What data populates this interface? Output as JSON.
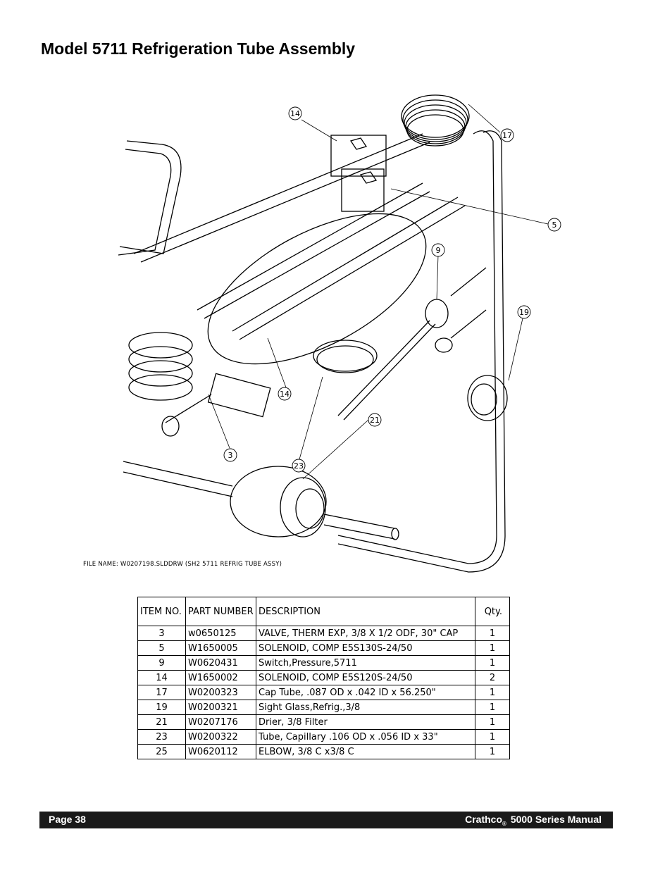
{
  "page": {
    "title": "Model 5711 Refrigeration Tube Assembly",
    "file_name": "FILE NAME:  W0207198.SLDDRW (SH2 5711 REFRIG TUBE ASSY)"
  },
  "callouts": [
    "14",
    "17",
    "5",
    "9",
    "19",
    "14",
    "21",
    "3",
    "23"
  ],
  "table": {
    "headers": {
      "item": "ITEM NO.",
      "part": "PART NUMBER",
      "desc": "DESCRIPTION",
      "qty": "Qty."
    },
    "rows": [
      {
        "item": "3",
        "part": "w0650125",
        "desc": "VALVE, THERM EXP, 3/8 X 1/2 ODF, 30\" CAP",
        "qty": "1"
      },
      {
        "item": "5",
        "part": "W1650005",
        "desc": "SOLENOID, COMP E5S130S-24/50",
        "qty": "1"
      },
      {
        "item": "9",
        "part": "W0620431",
        "desc": "Switch,Pressure,5711",
        "qty": "1"
      },
      {
        "item": "14",
        "part": "W1650002",
        "desc": "SOLENOID, COMP E5S120S-24/50",
        "qty": "2"
      },
      {
        "item": "17",
        "part": "W0200323",
        "desc": "Cap Tube, .087 OD x .042 ID x 56.250\"",
        "qty": "1"
      },
      {
        "item": "19",
        "part": "W0200321",
        "desc": "Sight Glass,Refrig.,3/8",
        "qty": "1"
      },
      {
        "item": "21",
        "part": "W0207176",
        "desc": "Drier, 3/8 Filter",
        "qty": "1"
      },
      {
        "item": "23",
        "part": "W0200322",
        "desc": "Tube, Capillary .106 OD x .056 ID x 33\"",
        "qty": "1"
      },
      {
        "item": "25",
        "part": "W0620112",
        "desc": "ELBOW, 3/8 C x3/8 C",
        "qty": "1"
      }
    ]
  },
  "footer": {
    "page": "Page 38",
    "brand": "Crathco",
    "reg": "®",
    "manual": "5000 Series Manual"
  }
}
